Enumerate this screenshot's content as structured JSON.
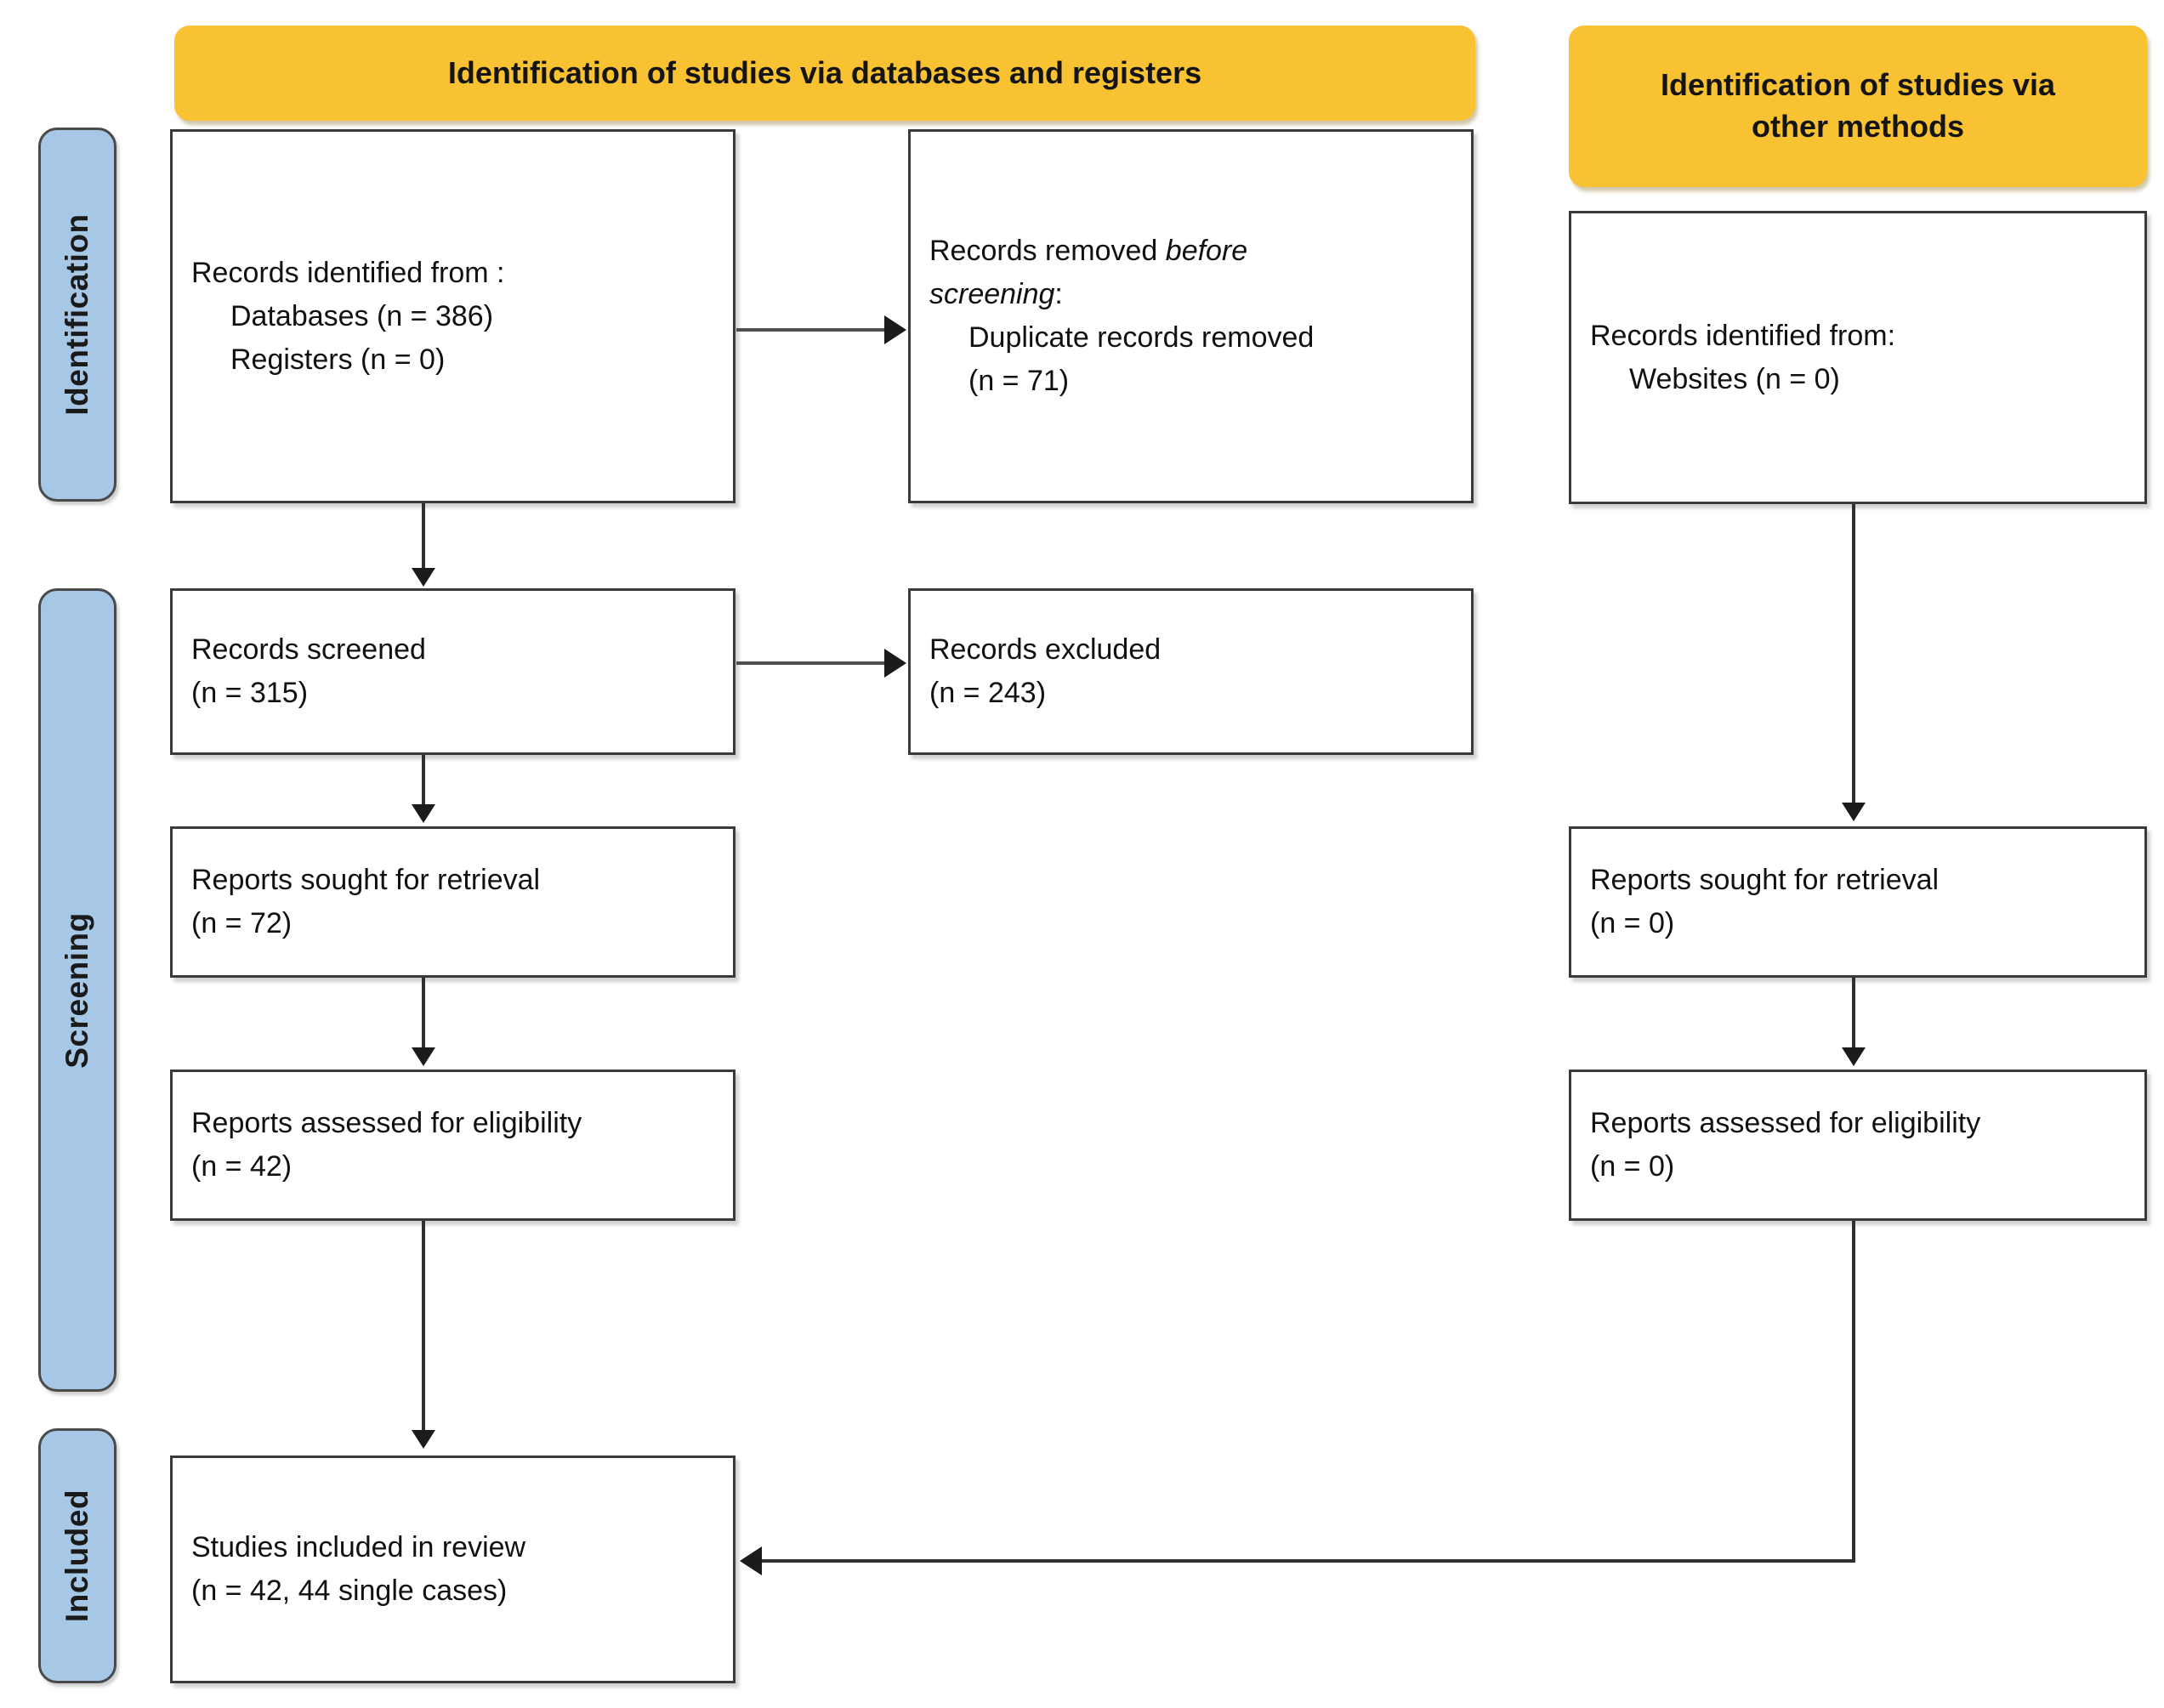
{
  "diagram": {
    "title": "PRISMA 2020 flow diagram",
    "colors": {
      "header_orange": "#f8c232",
      "stage_blue": "#a7c7e7",
      "box_border": "#3a3a3a",
      "connector": "#4f4f4f",
      "text": "#111111"
    }
  },
  "stages": [
    {
      "id": "identification",
      "label": "Identification"
    },
    {
      "id": "screening",
      "label": "Screening"
    },
    {
      "id": "included",
      "label": "Included"
    }
  ],
  "section_headers": [
    {
      "id": "databases-registers",
      "label": "Identification of studies via databases and registers"
    },
    {
      "id": "other-methods",
      "label": "Identification of studies via\nother methods"
    }
  ],
  "nodes": {
    "records_identified": {
      "id": "records-identified-from-databases",
      "lines": [
        {
          "text": "Records identified from :",
          "indent": false
        },
        {
          "text": "Databases (n = 386)",
          "indent": true
        },
        {
          "text": "Registers (n = 0)",
          "indent": true
        }
      ]
    },
    "records_removed": {
      "id": "records-removed-before-screening",
      "lines": [
        {
          "text": "Records removed ",
          "italic_tail": "before",
          "indent": false
        },
        {
          "text": "screening:",
          "italic_head": true,
          "indent": false
        },
        {
          "text": "Duplicate records removed",
          "indent": true
        },
        {
          "text": "(n = 71)",
          "indent": true
        }
      ]
    },
    "records_identified_other": {
      "id": "records-identified-from-websites",
      "lines": [
        {
          "text": "Records identified from:",
          "indent": false
        },
        {
          "text": "Websites (n = 0)",
          "indent": true
        }
      ]
    },
    "records_screened": {
      "id": "records-screened",
      "lines": [
        {
          "text": "Records screened",
          "indent": false
        },
        {
          "text": "(n = 315)",
          "indent": false
        }
      ]
    },
    "records_excluded": {
      "id": "records-excluded",
      "lines": [
        {
          "text": "Records excluded",
          "indent": false
        },
        {
          "text": "(n = 243)",
          "indent": false
        }
      ]
    },
    "reports_sought_left": {
      "id": "reports-sought-for-retrieval-databases",
      "lines": [
        {
          "text": "Reports sought for retrieval",
          "indent": false
        },
        {
          "text": "(n = 72)",
          "indent": false
        }
      ]
    },
    "reports_sought_right": {
      "id": "reports-sought-for-retrieval-other",
      "lines": [
        {
          "text": "Reports sought for retrieval",
          "indent": false
        },
        {
          "text": "(n = 0)",
          "indent": false
        }
      ]
    },
    "reports_assessed_left": {
      "id": "reports-assessed-for-eligibility-databases",
      "lines": [
        {
          "text": "Reports assessed for eligibility",
          "indent": false
        },
        {
          "text": "(n = 42)",
          "indent": false
        }
      ]
    },
    "reports_assessed_right": {
      "id": "reports-assessed-for-eligibility-other",
      "lines": [
        {
          "text": "Reports assessed for eligibility",
          "indent": false
        },
        {
          "text": "(n = 0)",
          "indent": false
        }
      ]
    },
    "studies_included": {
      "id": "studies-included-in-review",
      "lines": [
        {
          "text": "Studies included in review",
          "indent": false
        },
        {
          "text": "(n = 42, 44 single cases)",
          "indent": false
        }
      ]
    }
  },
  "text": {
    "records_identified_l1": "Records identified from :",
    "records_identified_l2": "Databases (n = 386)",
    "records_identified_l3": "Registers (n = 0)",
    "records_removed_l1a": "Records removed ",
    "records_removed_l1b": "before",
    "records_removed_l2": "screening",
    "records_removed_l2b": ":",
    "records_removed_l3": "Duplicate records removed",
    "records_removed_l4": "(n = 71)",
    "records_identified_other_l1": "Records identified from:",
    "records_identified_other_l2": "Websites (n = 0)",
    "records_screened_l1": "Records screened",
    "records_screened_l2": "(n = 315)",
    "records_excluded_l1": "Records excluded",
    "records_excluded_l2": "(n = 243)",
    "reports_sought_left_l1": "Reports sought for retrieval",
    "reports_sought_left_l2": "(n = 72)",
    "reports_sought_right_l1": "Reports sought for retrieval",
    "reports_sought_right_l2": "(n = 0)",
    "reports_assessed_left_l1": "Reports assessed for eligibility",
    "reports_assessed_left_l2": "(n = 42)",
    "reports_assessed_right_l1": "Reports assessed for eligibility",
    "reports_assessed_right_l2": "(n = 0)",
    "studies_included_l1": "Studies included in review",
    "studies_included_l2": "(n = 42, 44 single cases)",
    "header_left": "Identification of studies via databases and registers",
    "header_right_l1": "Identification of studies via",
    "header_right_l2": "other methods",
    "stage_identification": "Identification",
    "stage_screening": "Screening",
    "stage_included": "Included"
  },
  "chart_data": {
    "type": "flow",
    "title": "PRISMA 2020 flow diagram",
    "counts": {
      "databases": 386,
      "registers": 0,
      "duplicate_records_removed": 71,
      "records_screened": 315,
      "records_excluded": 243,
      "reports_sought_for_retrieval_databases": 72,
      "reports_assessed_for_eligibility_databases": 42,
      "websites": 0,
      "reports_sought_for_retrieval_other": 0,
      "reports_assessed_for_eligibility_other": 0,
      "studies_included_in_review": 42,
      "single_cases": 44
    }
  }
}
